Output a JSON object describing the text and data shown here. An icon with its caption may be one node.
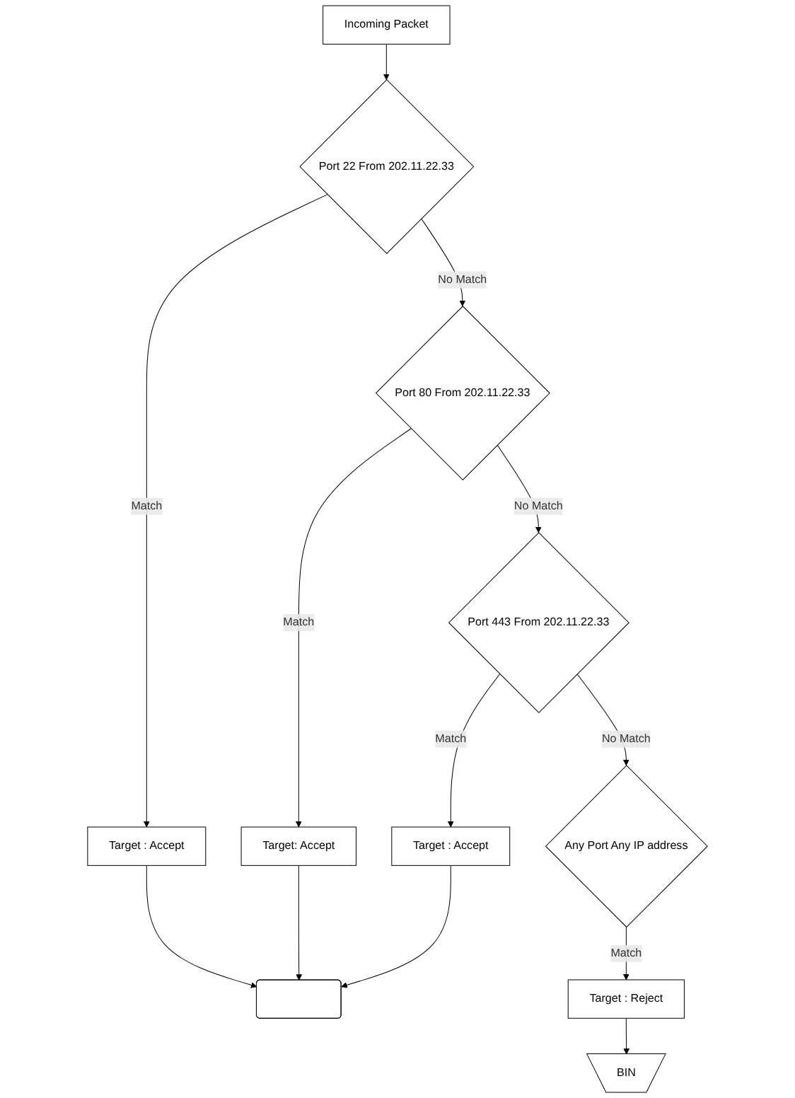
{
  "diagram": {
    "nodes": [
      {
        "text": [
          "Incoming Packet"
        ]
      },
      {
        "text": [
          "Port 22 From 202.11.22.33"
        ]
      },
      {
        "text": [
          "Target : Accept"
        ]
      },
      {
        "text": [
          "Port 80 From 202.11.22.33"
        ]
      },
      {
        "text": [
          "Target: Accept"
        ]
      },
      {
        "text": [
          "Port 443 From 202.11.22.33"
        ]
      },
      {
        "text": [
          "Target : Accept"
        ]
      },
      {
        "text": [
          "Any Port Any IP address"
        ]
      },
      {
        "text": [
          "Target : Reject"
        ]
      },
      {
        "text": [
          "BIN"
        ]
      },
      {
        "text": [],
        "shape": "box"
      }
    ],
    "edges": [
      {
        "from": 0,
        "to": 1,
        "arrow": "to"
      },
      {
        "from": 1,
        "to": 2,
        "arrow": "to",
        "label": "Match"
      },
      {
        "from": 1,
        "to": 3,
        "arrow": "to",
        "label": "No Match"
      },
      {
        "from": 3,
        "to": 4,
        "arrow": "to",
        "label": "Match"
      },
      {
        "from": 3,
        "to": 5,
        "arrow": "to",
        "label": "No Match"
      },
      {
        "from": 5,
        "to": 6,
        "arrow": "to",
        "label": "Match"
      },
      {
        "from": 5,
        "to": 7,
        "arrow": "to",
        "label": "No Match"
      },
      {
        "from": 7,
        "to": 8,
        "arrow": "to",
        "label": "Match"
      },
      {
        "from": 8,
        "to": 9,
        "arrow": "to"
      },
      {
        "from": 2,
        "to": 10,
        "arrow": "to"
      },
      {
        "from": 4,
        "to": 10,
        "arrow": "to"
      },
      {
        "from": 6,
        "to": 10,
        "arrow": "to"
      }
    ]
  }
}
